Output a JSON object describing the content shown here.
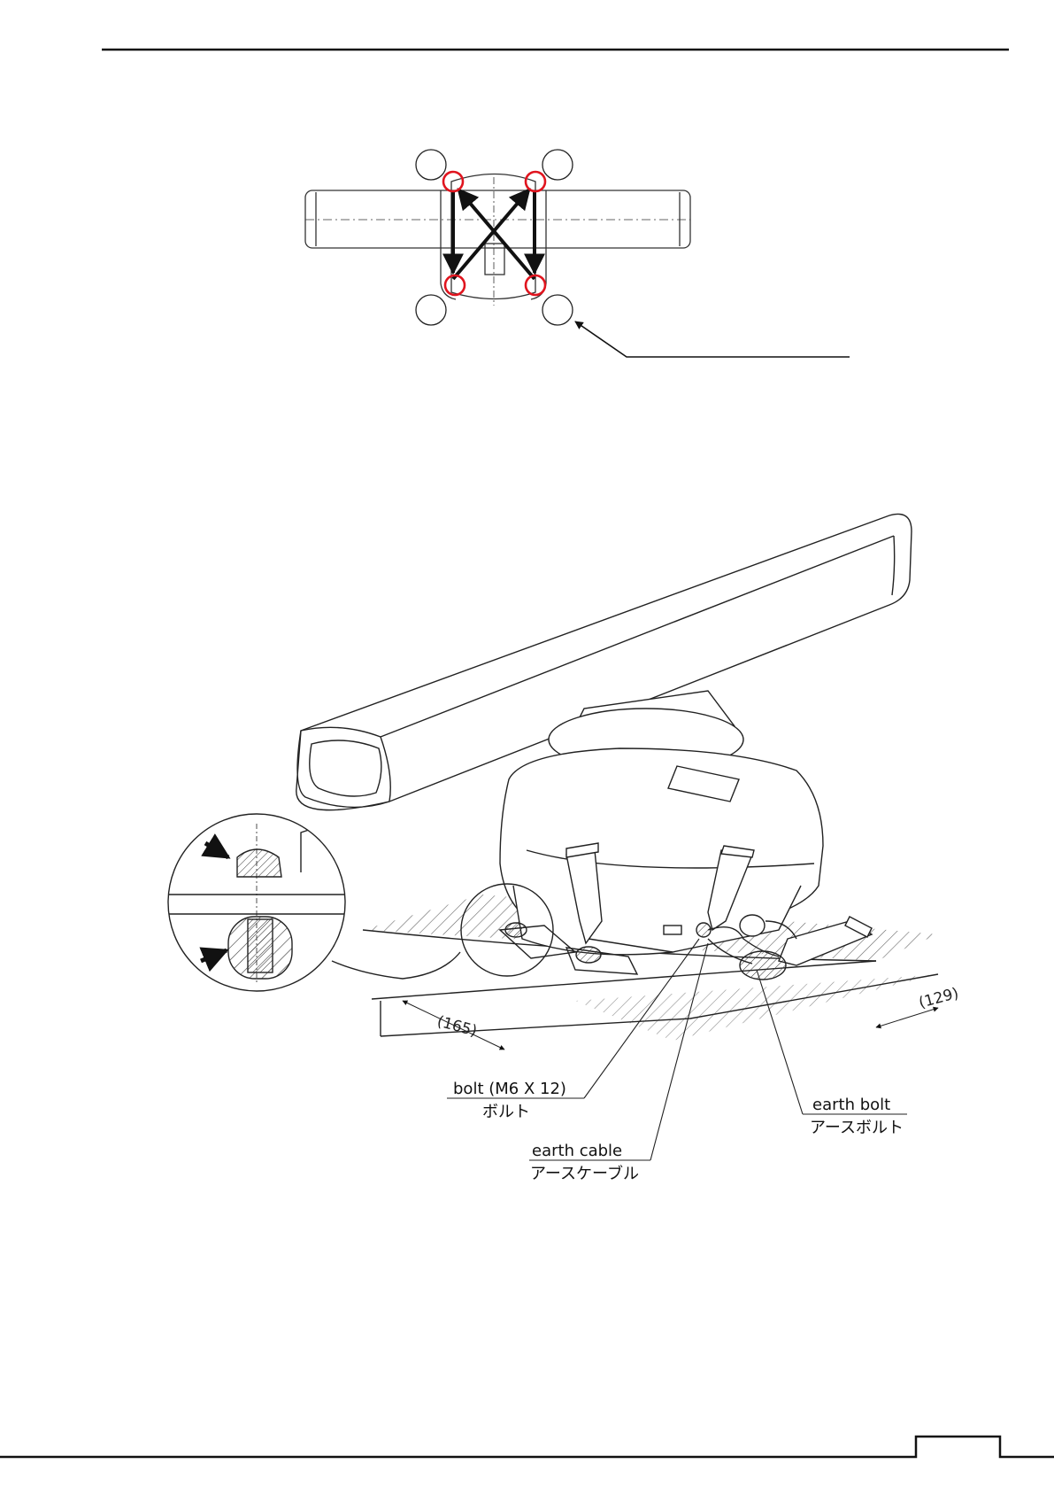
{
  "diagram": {
    "top_view": {
      "mount_points": 4,
      "highlight_color": "#e0141e",
      "arrow_color": "#111111"
    },
    "perspective_view": {
      "dimensions": {
        "left": "(165)",
        "right": "(129)"
      },
      "labels": {
        "bolt_en": "bolt (M6 X 12)",
        "bolt_ja": "ボルト",
        "earth_cable_en": "earth cable",
        "earth_cable_ja": "アースケーブル",
        "earth_bolt_en": "earth bolt",
        "earth_bolt_ja": "アースボルト"
      }
    }
  },
  "colors": {
    "line": "#1a1a1a",
    "highlight": "#e0141e"
  }
}
